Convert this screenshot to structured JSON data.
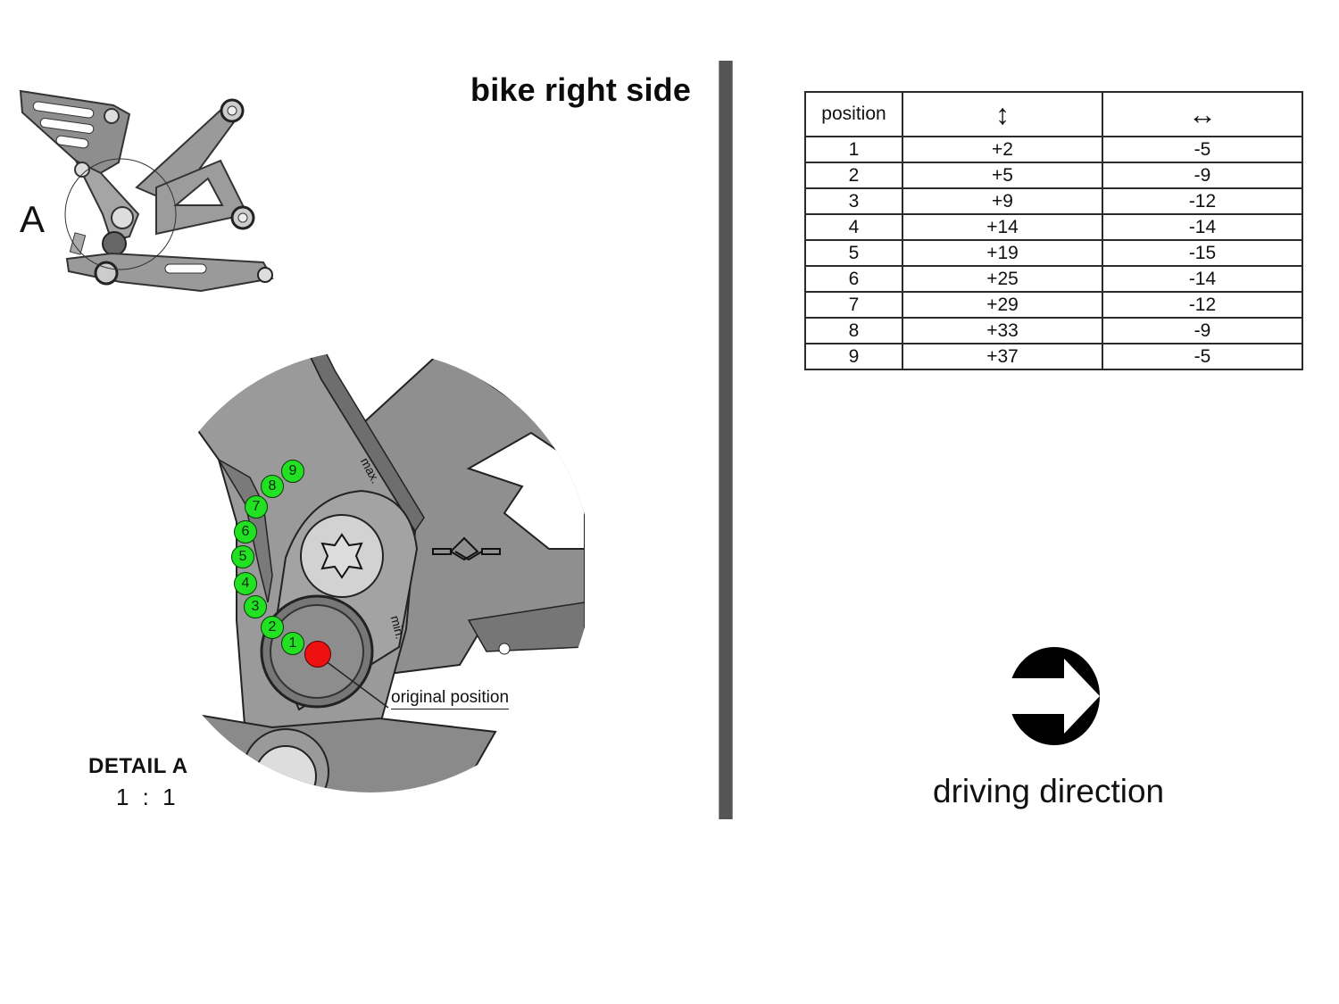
{
  "header": {
    "title": "bike right side"
  },
  "overview_drawing": {
    "detail_marker_label": "A"
  },
  "detail": {
    "label": "DETAIL A",
    "scale": "1 : 1",
    "max_label": "max.",
    "min_label": "min.",
    "original_position_label": "original position",
    "positions": [
      "1",
      "2",
      "3",
      "4",
      "5",
      "6",
      "7",
      "8",
      "9"
    ],
    "colors": {
      "position_marker": "#22e022",
      "original_marker": "#ee1111",
      "part_grey": "#8f8f8f"
    }
  },
  "table": {
    "headers": {
      "position": "position",
      "vertical": "↕",
      "horizontal": "↔"
    },
    "rows": [
      {
        "position": "1",
        "vertical": "+2",
        "horizontal": "-5"
      },
      {
        "position": "2",
        "vertical": "+5",
        "horizontal": "-9"
      },
      {
        "position": "3",
        "vertical": "+9",
        "horizontal": "-12"
      },
      {
        "position": "4",
        "vertical": "+14",
        "horizontal": "-14"
      },
      {
        "position": "5",
        "vertical": "+19",
        "horizontal": "-15"
      },
      {
        "position": "6",
        "vertical": "+25",
        "horizontal": "-14"
      },
      {
        "position": "7",
        "vertical": "+29",
        "horizontal": "-12"
      },
      {
        "position": "8",
        "vertical": "+33",
        "horizontal": "-9"
      },
      {
        "position": "9",
        "vertical": "+37",
        "horizontal": "-5"
      }
    ]
  },
  "direction": {
    "icon": "arrow-right-circle-icon",
    "label": "driving direction"
  },
  "divider_color": "#555555"
}
